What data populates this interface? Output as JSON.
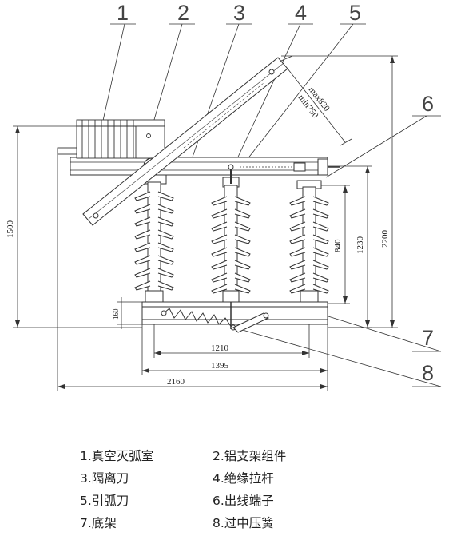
{
  "callouts": [
    "1",
    "2",
    "3",
    "4",
    "5",
    "6",
    "7",
    "8"
  ],
  "dimensions": {
    "travel_max": "max820",
    "travel_min": "min750",
    "overall_height": "2200",
    "left_height": "1500",
    "contact_height": "1230",
    "insulator_height": "840",
    "base_height": "160",
    "pole_spacing": "1210",
    "base_width": "1395",
    "overall_width": "2160"
  },
  "legend": [
    {
      "text": "1.真空灭弧室"
    },
    {
      "text": "2.铝支架组件"
    },
    {
      "text": "3.隔离刀"
    },
    {
      "text": "4.绝缘拉杆"
    },
    {
      "text": "5.引弧刀"
    },
    {
      "text": "6.出线端子"
    },
    {
      "text": "7.底架"
    },
    {
      "text": "8.过中压簧"
    }
  ]
}
